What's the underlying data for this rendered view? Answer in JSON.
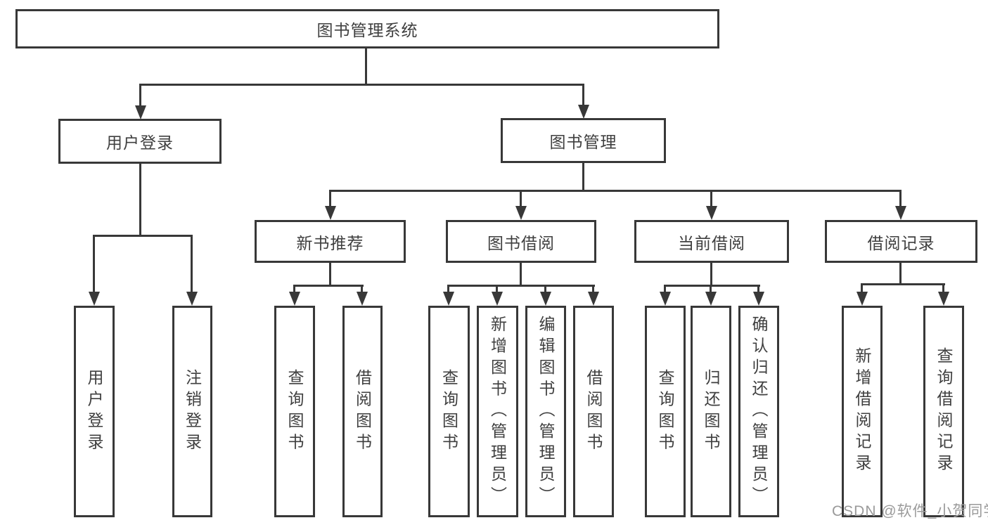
{
  "tree": {
    "label": "图书管理系统",
    "children": [
      {
        "label": "用户登录",
        "children": [
          {
            "label": "用户登录"
          },
          {
            "label": "注销登录"
          }
        ]
      },
      {
        "label": "图书管理",
        "children": [
          {
            "label": "新书推荐",
            "children": [
              {
                "label": "查询图书"
              },
              {
                "label": "借阅图书"
              }
            ]
          },
          {
            "label": "图书借阅",
            "children": [
              {
                "label": "查询图书"
              },
              {
                "label": "新增图书（管理员）"
              },
              {
                "label": "编辑图书（管理员）"
              },
              {
                "label": "借阅图书"
              }
            ]
          },
          {
            "label": "当前借阅",
            "children": [
              {
                "label": "查询图书"
              },
              {
                "label": "归还图书"
              },
              {
                "label": "确认归还（管理员）"
              }
            ]
          },
          {
            "label": "借阅记录",
            "children": [
              {
                "label": "新增借阅记录"
              },
              {
                "label": "查询借阅记录"
              }
            ]
          }
        ]
      }
    ]
  },
  "watermark": "CSDN @软件_小贺同学",
  "colors": {
    "line": "#383838",
    "text": "#3f3f3f",
    "watermark": "#9a9a9a",
    "background": "#ffffff"
  }
}
